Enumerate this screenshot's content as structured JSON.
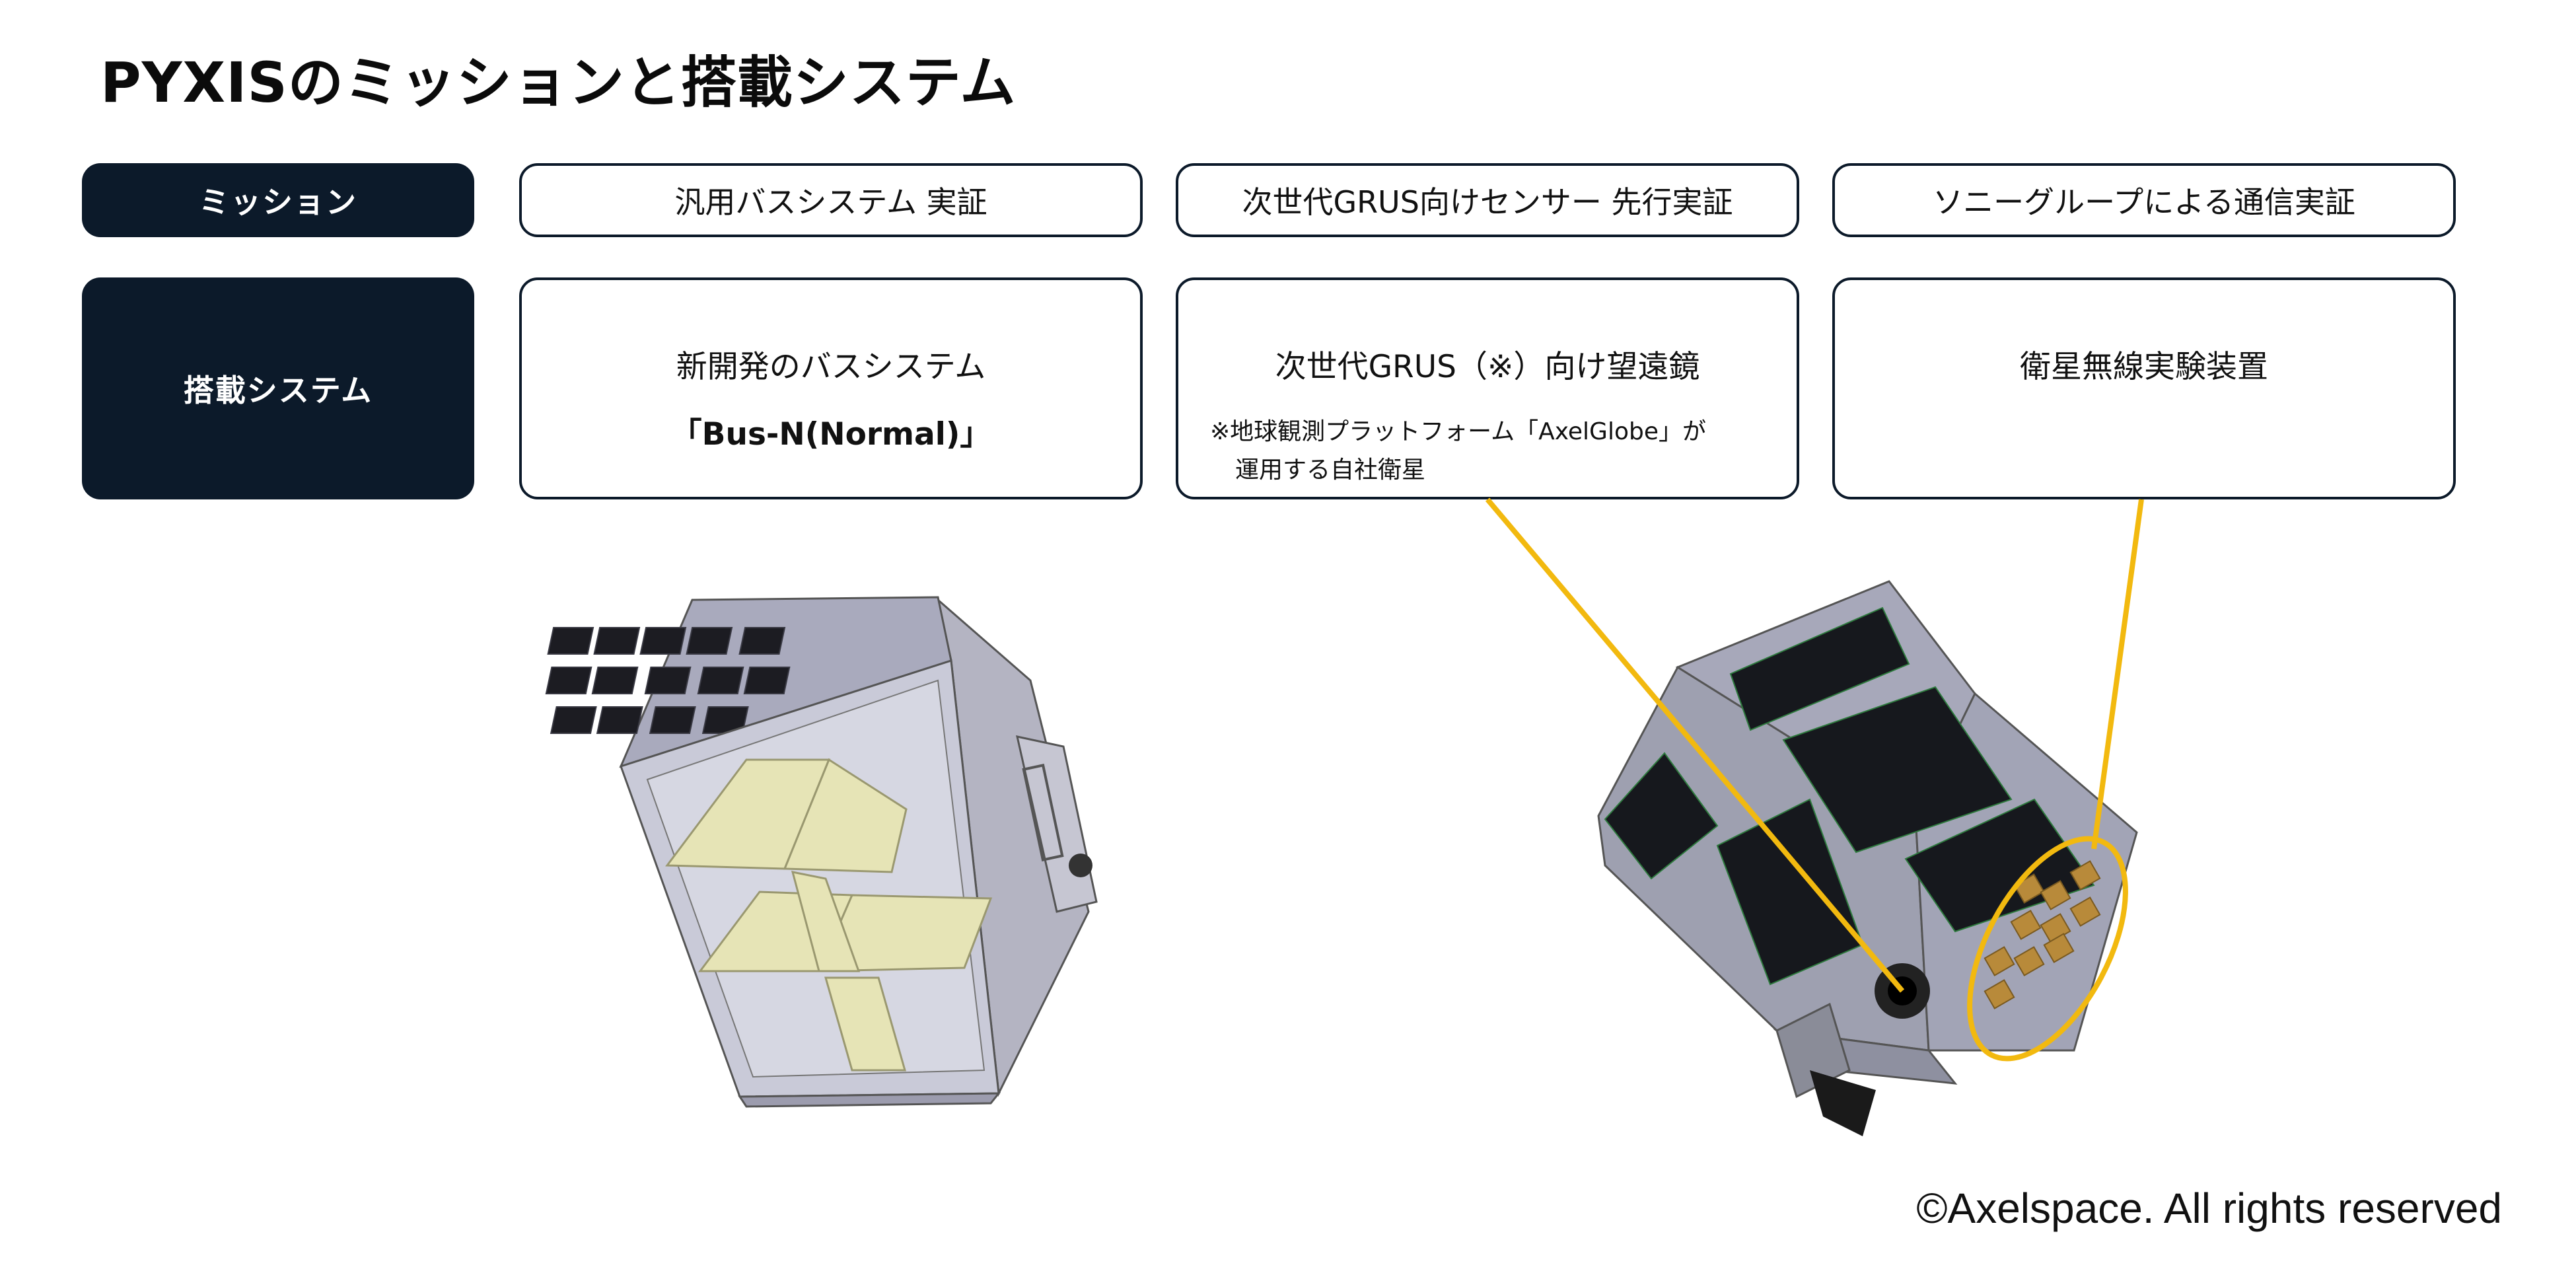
{
  "title": "PYXISのミッションと搭載システム",
  "mission_label": "ミッション",
  "system_label": "搭載システム",
  "missions": [
    "汎用バスシステム 実証",
    "次世代GRUS向けセンサー 先行実証",
    "ソニーグループによる通信実証"
  ],
  "systems": {
    "bus": {
      "line1": "新開発のバスシステム",
      "line2": "「Bus-N(Normal)」"
    },
    "telescope": {
      "line1": "次世代GRUS（※）向け望遠鏡",
      "note1": "※地球観測プラットフォーム「AxelGlobe」が",
      "note2": "運用する自社衛星"
    },
    "radio": {
      "line1": "衛星無線実験装置"
    },
    "copyright": "©Axelspace. All rights reserved"
  },
  "colors": {
    "dark_box": "#0c1a2a",
    "leader_line": "#f2b90f"
  }
}
